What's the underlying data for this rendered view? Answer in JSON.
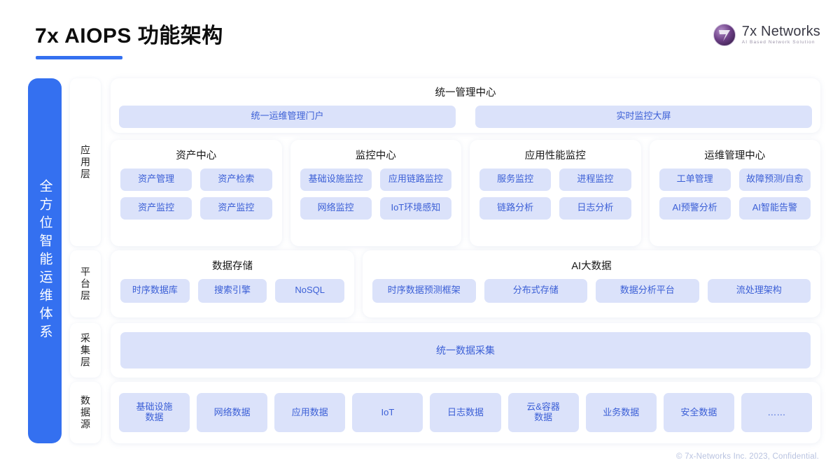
{
  "header": {
    "title": "7x AIOPS 功能架构",
    "logo_name": "7x Networks",
    "logo_tagline": "AI Based Network Solution",
    "accent_color": "#3470f0"
  },
  "side_bar": {
    "label": "全方位智能运维体系",
    "color": "#3470f0"
  },
  "layers": [
    {
      "tag": "应用层",
      "management": {
        "title": "统一管理中心",
        "chips": [
          "统一运维管理门户",
          "实时监控大屏"
        ]
      },
      "groups": [
        {
          "title": "资产中心",
          "chips": [
            "资产管理",
            "资产检索",
            "资产监控",
            "资产监控"
          ]
        },
        {
          "title": "监控中心",
          "chips": [
            "基础设施监控",
            "应用链路监控",
            "网络监控",
            "IoT环境感知"
          ]
        },
        {
          "title": "应用性能监控",
          "chips": [
            "服务监控",
            "进程监控",
            "链路分析",
            "日志分析"
          ]
        },
        {
          "title": "运维管理中心",
          "chips": [
            "工单管理",
            "故障预测/自愈",
            "AI预警分析",
            "AI智能告警"
          ]
        }
      ]
    },
    {
      "tag": "平台层",
      "groups": [
        {
          "title": "数据存储",
          "chips": [
            "时序数据库",
            "搜索引擎",
            "NoSQL"
          ]
        },
        {
          "title": "AI大数据",
          "chips": [
            "时序数据预测框架",
            "分布式存储",
            "数据分析平台",
            "流处理架构"
          ]
        }
      ]
    },
    {
      "tag": "采集层",
      "chips": [
        "统一数据采集"
      ]
    },
    {
      "tag": "数据源",
      "chips": [
        "基础设施\n数据",
        "网络数据",
        "应用数据",
        "IoT",
        "日志数据",
        "云&容器\n数据",
        "业务数据",
        "安全数据",
        "……"
      ]
    }
  ],
  "footer": {
    "copyright": "© 7x-Networks Inc. 2023, Confidential."
  },
  "palette": {
    "chip_bg": "#dbe2fa",
    "chip_text": "#3b5fd6",
    "card_bg": "#ffffff",
    "page_bg": "#ffffff"
  }
}
